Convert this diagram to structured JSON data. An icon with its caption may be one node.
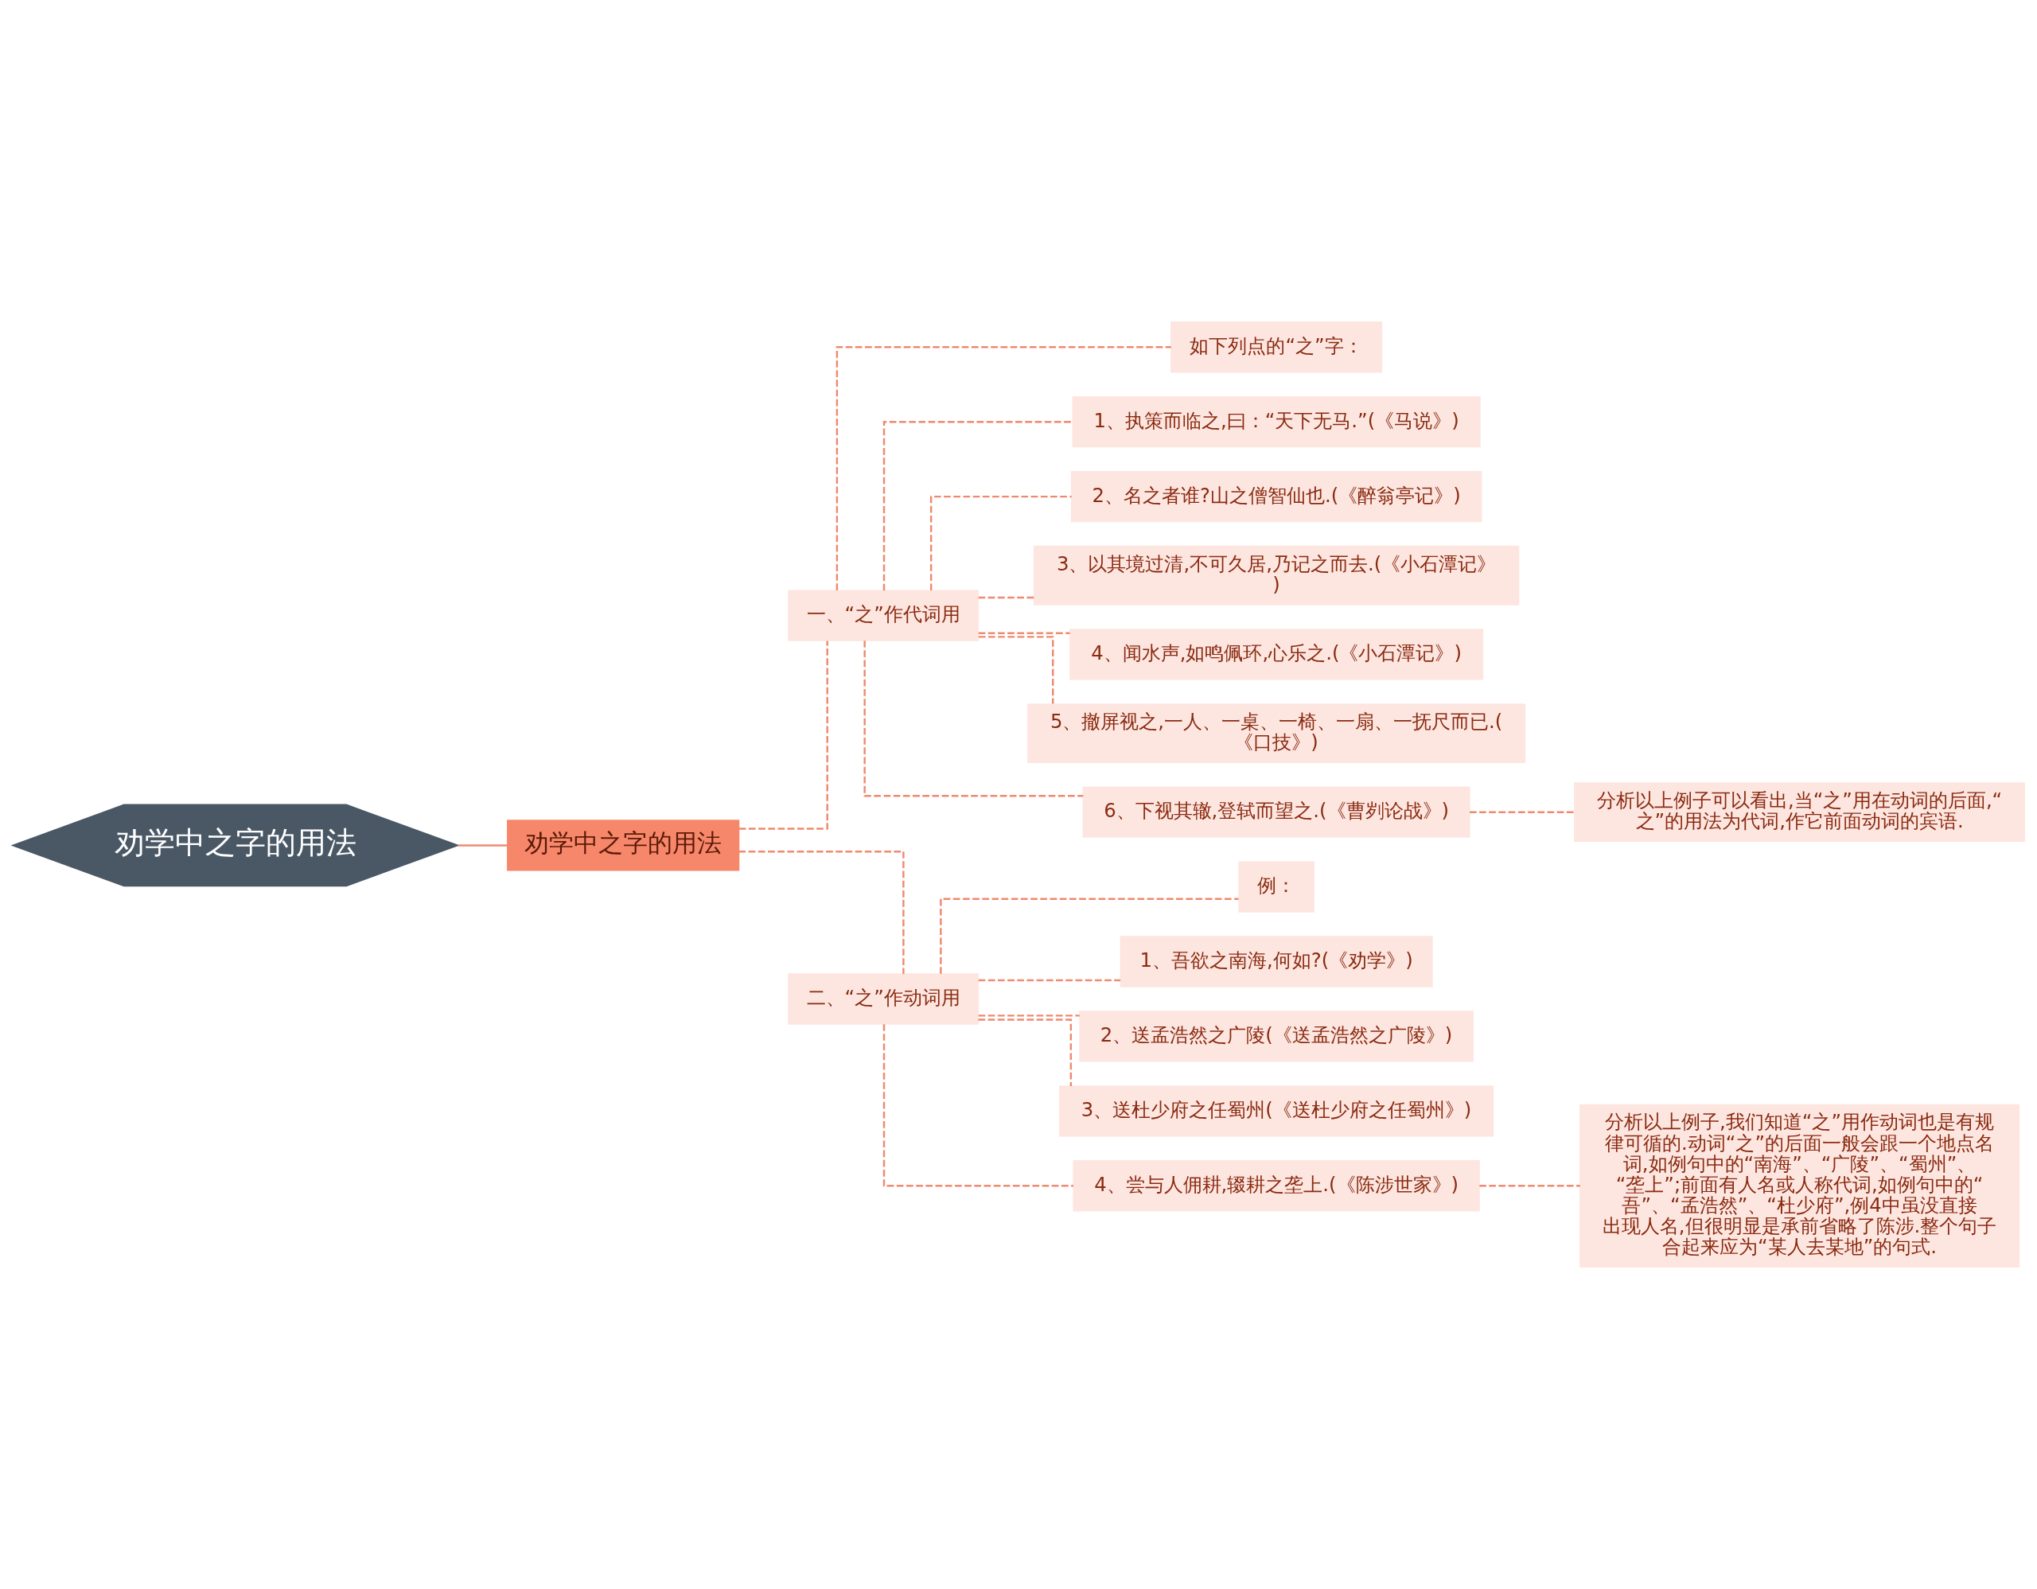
{
  "diagram": {
    "nodes": [
      {
        "text": [
          "劝学中之字的用法"
        ]
      },
      {
        "text": [
          "劝学中之字的用法"
        ]
      },
      {
        "text": [
          "一、“之”作代词用"
        ]
      },
      {
        "text": [
          "如下列点的“之”字："
        ]
      },
      {
        "text": [
          "1、执策而临之,曰：“天下无马.”(《马说》)"
        ]
      },
      {
        "text": [
          "2、名之者谁?山之僧智仙也.(《醉翁亭记》)"
        ]
      },
      {
        "text": [
          "3、以其境过清,不可久居,乃记之而去.(《小石潭记》)"
        ]
      },
      {
        "text": [
          "4、闻水声,如鸣佩环,心乐之.(《小石潭记》)"
        ]
      },
      {
        "text": [
          "5、撤屏视之,一人、一桌、一椅、一扇、一抚尺而已.(《口技》)"
        ]
      },
      {
        "text": [
          "6、下视其辙,登轼而望之.(《曹刿论战》)"
        ]
      },
      {
        "text": [
          "分析以上例子可以看出,当“之”用在动词的后面,“之”的用法为代词,作它前面动词的宾语."
        ]
      },
      {
        "text": [
          "二、“之”作动词用"
        ]
      },
      {
        "text": [
          "例："
        ]
      },
      {
        "text": [
          "1、吾欲之南海,何如?(《劝学》)"
        ]
      },
      {
        "text": [
          "2、送孟浩然之广陵(《送孟浩然之广陵》)"
        ]
      },
      {
        "text": [
          "3、送杜少府之任蜀州(《送杜少府之任蜀州》)"
        ]
      },
      {
        "text": [
          "4、尝与人佣耕,辍耕之垄上.(《陈涉世家》)"
        ]
      },
      {
        "text": [
          "分析以上例子,我们知道“之”用作动词也是有规律可循的.动词“之”的后面一般会跟一个地点名词,如例句中的“南海”、“广陵”、“蜀州”、“垄上”;前面有人名或人称代词,如例句中的“吾”、“孟浩然”、“杜少府”,例4中虽没直接出现人名,但很明显是承前省略了陈涉.整个句子合起来应为“某人去某地”的句式."
        ]
      }
    ],
    "edges": [
      {
        "from": 0,
        "to": 1,
        "arrow": "none"
      },
      {
        "from": 1,
        "to": 2,
        "arrow": "none",
        "style": "dashed"
      },
      {
        "from": 1,
        "to": 11,
        "arrow": "none",
        "style": "dashed"
      },
      {
        "from": 2,
        "to": 3,
        "arrow": "none",
        "style": "dashed"
      },
      {
        "from": 2,
        "to": 4,
        "arrow": "none",
        "style": "dashed"
      },
      {
        "from": 2,
        "to": 5,
        "arrow": "none",
        "style": "dashed"
      },
      {
        "from": 2,
        "to": 6,
        "arrow": "none",
        "style": "dashed"
      },
      {
        "from": 2,
        "to": 7,
        "arrow": "none",
        "style": "dashed"
      },
      {
        "from": 2,
        "to": 8,
        "arrow": "none",
        "style": "dashed"
      },
      {
        "from": 2,
        "to": 9,
        "arrow": "none",
        "style": "dashed"
      },
      {
        "from": 9,
        "to": 10,
        "arrow": "none",
        "style": "dashed"
      },
      {
        "from": 11,
        "to": 12,
        "arrow": "none",
        "style": "dashed"
      },
      {
        "from": 11,
        "to": 13,
        "arrow": "none",
        "style": "dashed"
      },
      {
        "from": 11,
        "to": 14,
        "arrow": "none",
        "style": "dashed"
      },
      {
        "from": 11,
        "to": 15,
        "arrow": "none",
        "style": "dashed"
      },
      {
        "from": 11,
        "to": 16,
        "arrow": "none",
        "style": "dashed"
      },
      {
        "from": 16,
        "to": 17,
        "arrow": "none",
        "style": "dashed"
      }
    ]
  }
}
